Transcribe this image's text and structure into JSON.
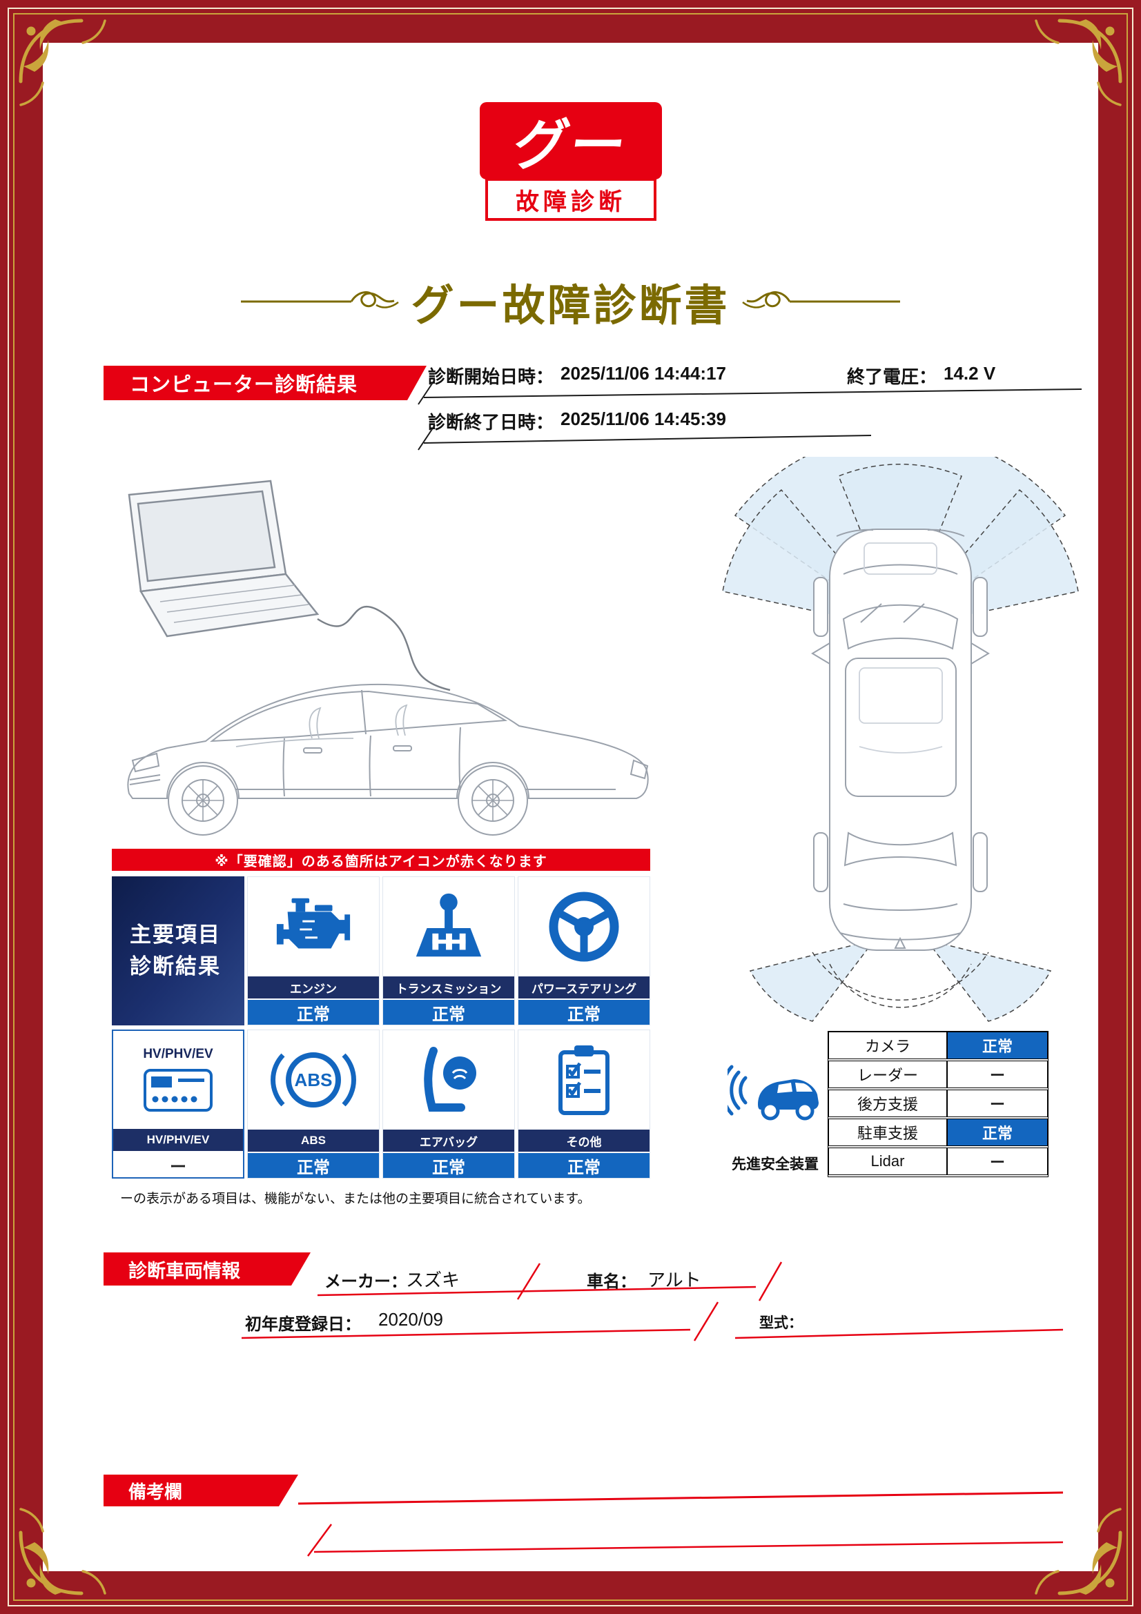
{
  "logo": {
    "brand": "グー",
    "subtitle": "故障診断"
  },
  "title": "グー故障診断書",
  "computer_diagnosis": {
    "section_label": "コンピューター診断結果",
    "start_label": "診断開始日時：",
    "start_value": "2025/11/06 14:44:17",
    "voltage_label": "終了電圧：",
    "voltage_value": "14.2 V",
    "end_label": "診断終了日時：",
    "end_value": "2025/11/06 14:45:39"
  },
  "alert_note": "※「要確認」のある箇所はアイコンが赤くなります",
  "main_results": {
    "header_line1": "主要項目",
    "header_line2": "診断結果",
    "items": [
      {
        "label": "エンジン",
        "status": "正常",
        "state": "ok"
      },
      {
        "label": "トランスミッション",
        "status": "正常",
        "state": "ok"
      },
      {
        "label": "パワーステアリング",
        "status": "正常",
        "state": "ok"
      },
      {
        "label": "HV/PHV/EV",
        "status": "ー",
        "state": "none",
        "header": "HV/PHV/EV"
      },
      {
        "label": "ABS",
        "status": "正常",
        "state": "ok"
      },
      {
        "label": "エアバッグ",
        "status": "正常",
        "state": "ok"
      },
      {
        "label": "その他",
        "status": "正常",
        "state": "ok"
      }
    ],
    "footnote": "ーの表示がある項目は、機能がない、または他の主要項目に統合されています。"
  },
  "safety": {
    "label": "先進安全装置",
    "rows": [
      {
        "name": "カメラ",
        "status": "正常",
        "state": "ok"
      },
      {
        "name": "レーダー",
        "status": "ー",
        "state": "none"
      },
      {
        "name": "後方支援",
        "status": "ー",
        "state": "none"
      },
      {
        "name": "駐車支援",
        "status": "正常",
        "state": "ok"
      },
      {
        "name": "Lidar",
        "status": "ー",
        "state": "none"
      }
    ]
  },
  "vehicle": {
    "section_label": "診断車両情報",
    "maker_label": "メーカー：",
    "maker_value": "スズキ",
    "name_label": "車名：",
    "name_value": "アルト",
    "reg_label": "初年度登録日：",
    "reg_value": "2020/09",
    "model_label": "型式：",
    "model_value": ""
  },
  "remarks": {
    "section_label": "備考欄"
  },
  "colors": {
    "brand_red": "#e60012",
    "status_blue": "#1366bf",
    "label_navy": "#1d2f66",
    "title_gold": "#7b6a00",
    "frame_maroon": "#9a1a22"
  }
}
